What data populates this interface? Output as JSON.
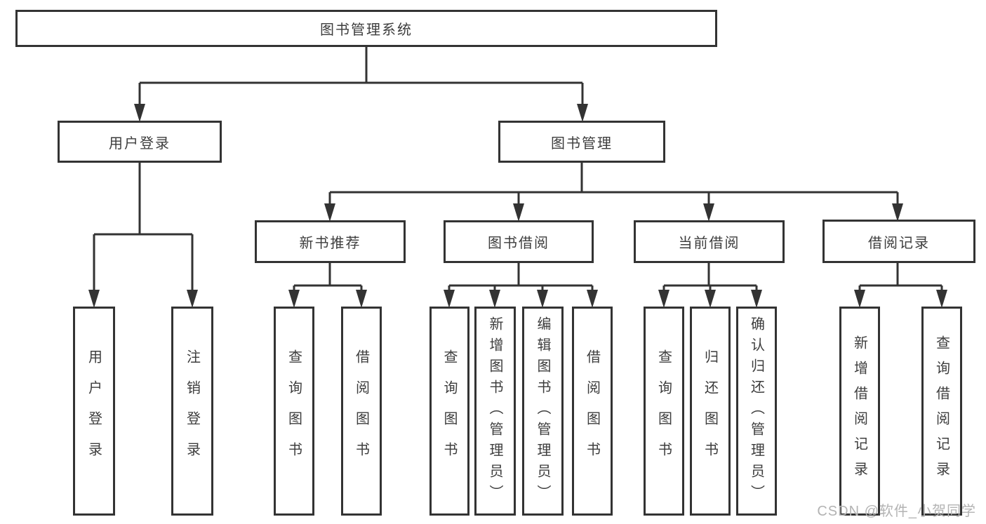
{
  "tree": {
    "label": "图书管理系统",
    "children": [
      {
        "label": "用户登录",
        "children": [
          {
            "label": "用户登录"
          },
          {
            "label": "注销登录"
          }
        ]
      },
      {
        "label": "图书管理",
        "children": [
          {
            "label": "新书推荐",
            "children": [
              {
                "label": "查询图书"
              },
              {
                "label": "借阅图书"
              }
            ]
          },
          {
            "label": "图书借阅",
            "children": [
              {
                "label": "查询图书"
              },
              {
                "label": "新增图书（管理员）"
              },
              {
                "label": "编辑图书（管理员）"
              },
              {
                "label": "借阅图书"
              }
            ]
          },
          {
            "label": "当前借阅",
            "children": [
              {
                "label": "查询图书"
              },
              {
                "label": "归还图书"
              },
              {
                "label": "确认归还（管理员）"
              }
            ]
          },
          {
            "label": "借阅记录",
            "children": [
              {
                "label": "新增借阅记录"
              },
              {
                "label": "查询借阅记录"
              }
            ]
          }
        ]
      }
    ]
  },
  "watermark": {
    "text": "CSDN @软件_小贺同学"
  },
  "colors": {
    "line": "#333333",
    "box_border": "#333333",
    "text": "#3d3d3d",
    "watermark": "#b3b3b3",
    "background": "#ffffff"
  }
}
